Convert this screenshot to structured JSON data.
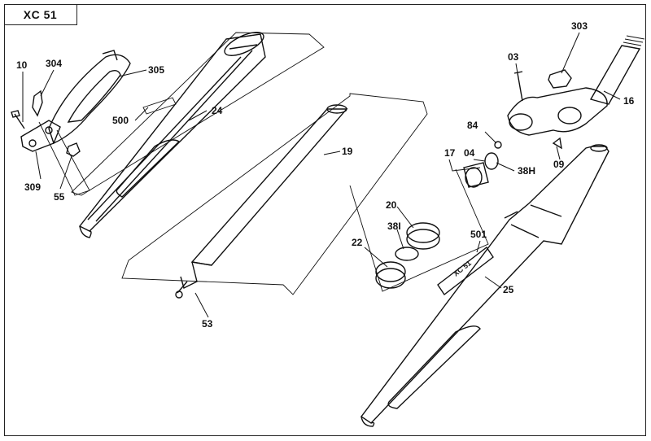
{
  "title": "XC 51",
  "callouts": [
    {
      "id": "c10",
      "text": "10"
    },
    {
      "id": "c304",
      "text": "304"
    },
    {
      "id": "c305",
      "text": "305"
    },
    {
      "id": "c500",
      "text": "500"
    },
    {
      "id": "c24",
      "text": "24"
    },
    {
      "id": "c309",
      "text": "309"
    },
    {
      "id": "c55",
      "text": "55"
    },
    {
      "id": "c19",
      "text": "19"
    },
    {
      "id": "c53",
      "text": "53"
    },
    {
      "id": "c303",
      "text": "303"
    },
    {
      "id": "c03",
      "text": "03"
    },
    {
      "id": "c16",
      "text": "16"
    },
    {
      "id": "c84",
      "text": "84"
    },
    {
      "id": "c17",
      "text": "17"
    },
    {
      "id": "c04",
      "text": "04"
    },
    {
      "id": "c38h",
      "text": "38H"
    },
    {
      "id": "c09",
      "text": "09"
    },
    {
      "id": "c20",
      "text": "20"
    },
    {
      "id": "c38i",
      "text": "38I"
    },
    {
      "id": "c22",
      "text": "22"
    },
    {
      "id": "c501",
      "text": "501"
    },
    {
      "id": "c25",
      "text": "25"
    }
  ],
  "decal_text": "XC 51"
}
